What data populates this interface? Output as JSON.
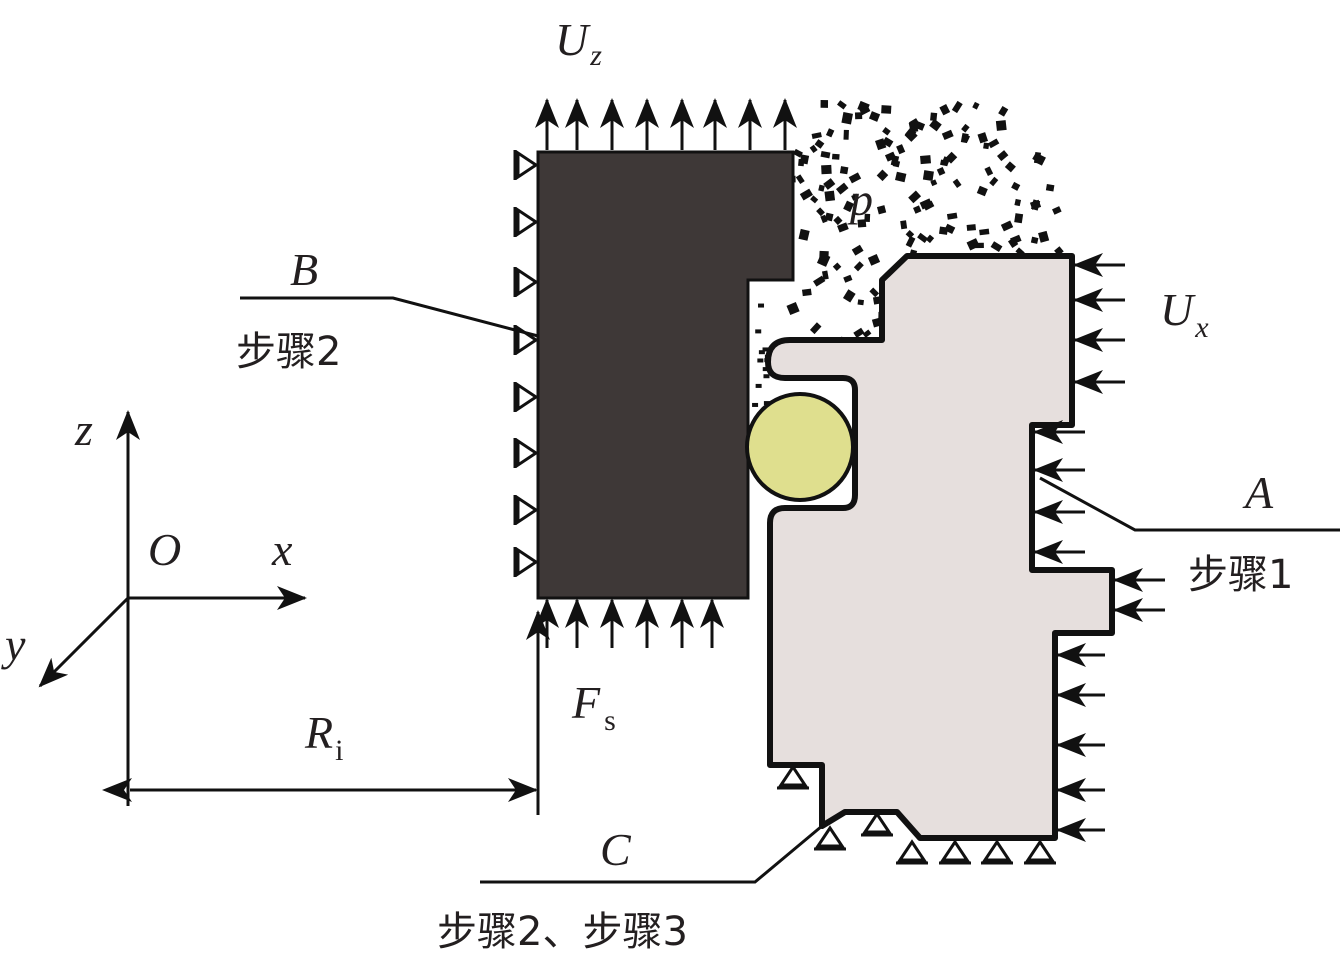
{
  "labels": {
    "uz": "U",
    "uz_sub": "z",
    "ux": "U",
    "ux_sub": "x",
    "pressure": "p",
    "b": "B",
    "b_step": "步骤2",
    "a": "A",
    "a_step": "步骤1",
    "c": "C",
    "c_step": "步骤2、步骤3",
    "fs": "F",
    "fs_sub": "s",
    "ri": "R",
    "ri_sub": "i",
    "axis_z": "z",
    "axis_x": "x",
    "axis_y": "y",
    "origin": "O"
  },
  "colors": {
    "dark_block": "#3e3837",
    "seal_body": "#e6dfdd",
    "oring": "#dfdf8e",
    "ink": "#111111"
  }
}
